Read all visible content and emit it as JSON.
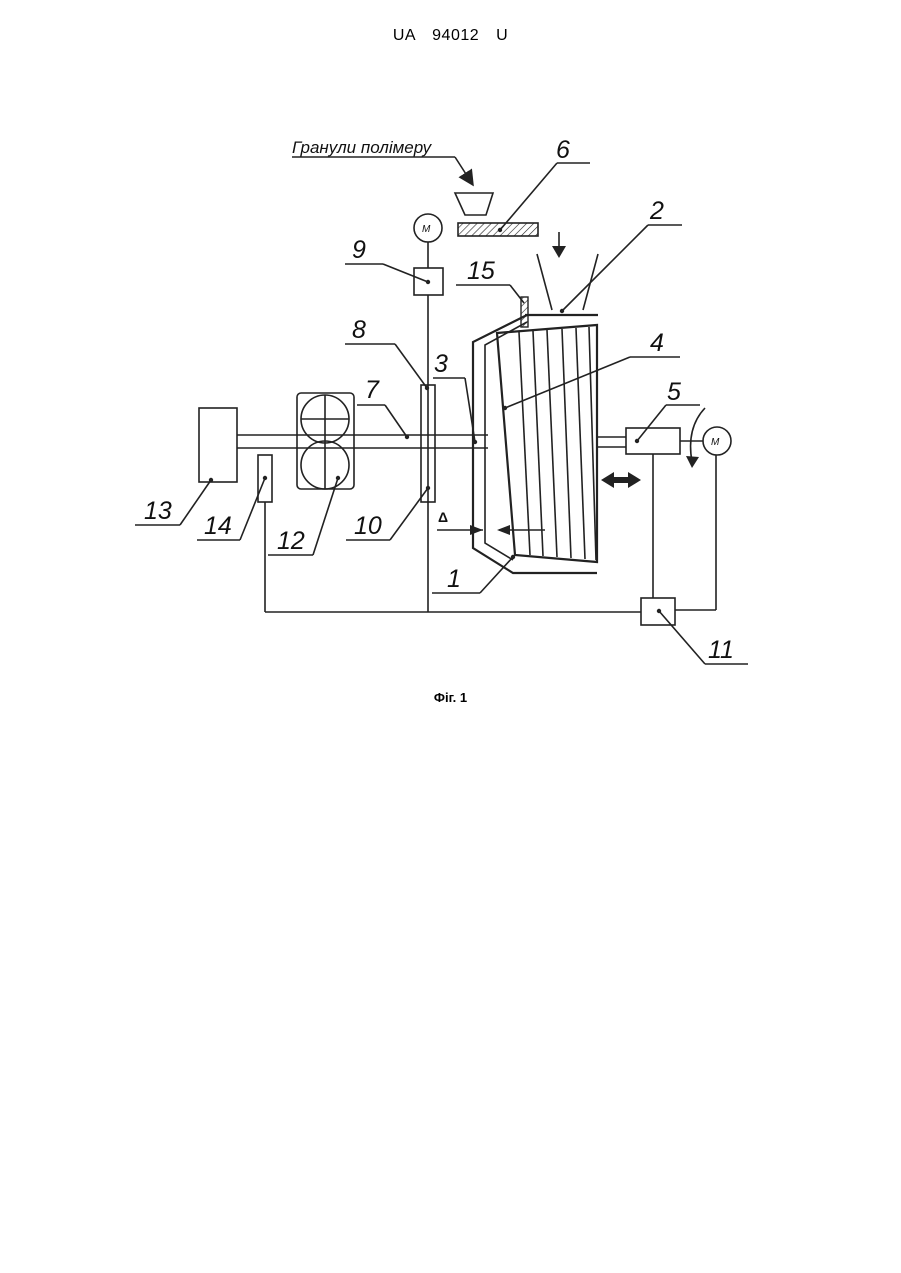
{
  "header": {
    "text": "UA 94012 U"
  },
  "caption": {
    "text": "Фіг. 1"
  },
  "diagram": {
    "feed_label": "Гранули полімеру",
    "motor_symbol": "M",
    "gap_symbol": "Δ",
    "labels": {
      "l1": "1",
      "l2": "2",
      "l3": "3",
      "l4": "4",
      "l5": "5",
      "l6": "6",
      "l7": "7",
      "l8": "8",
      "l9": "9",
      "l10": "10",
      "l11": "11",
      "l12": "12",
      "l13": "13",
      "l14": "14",
      "l15": "15"
    }
  }
}
